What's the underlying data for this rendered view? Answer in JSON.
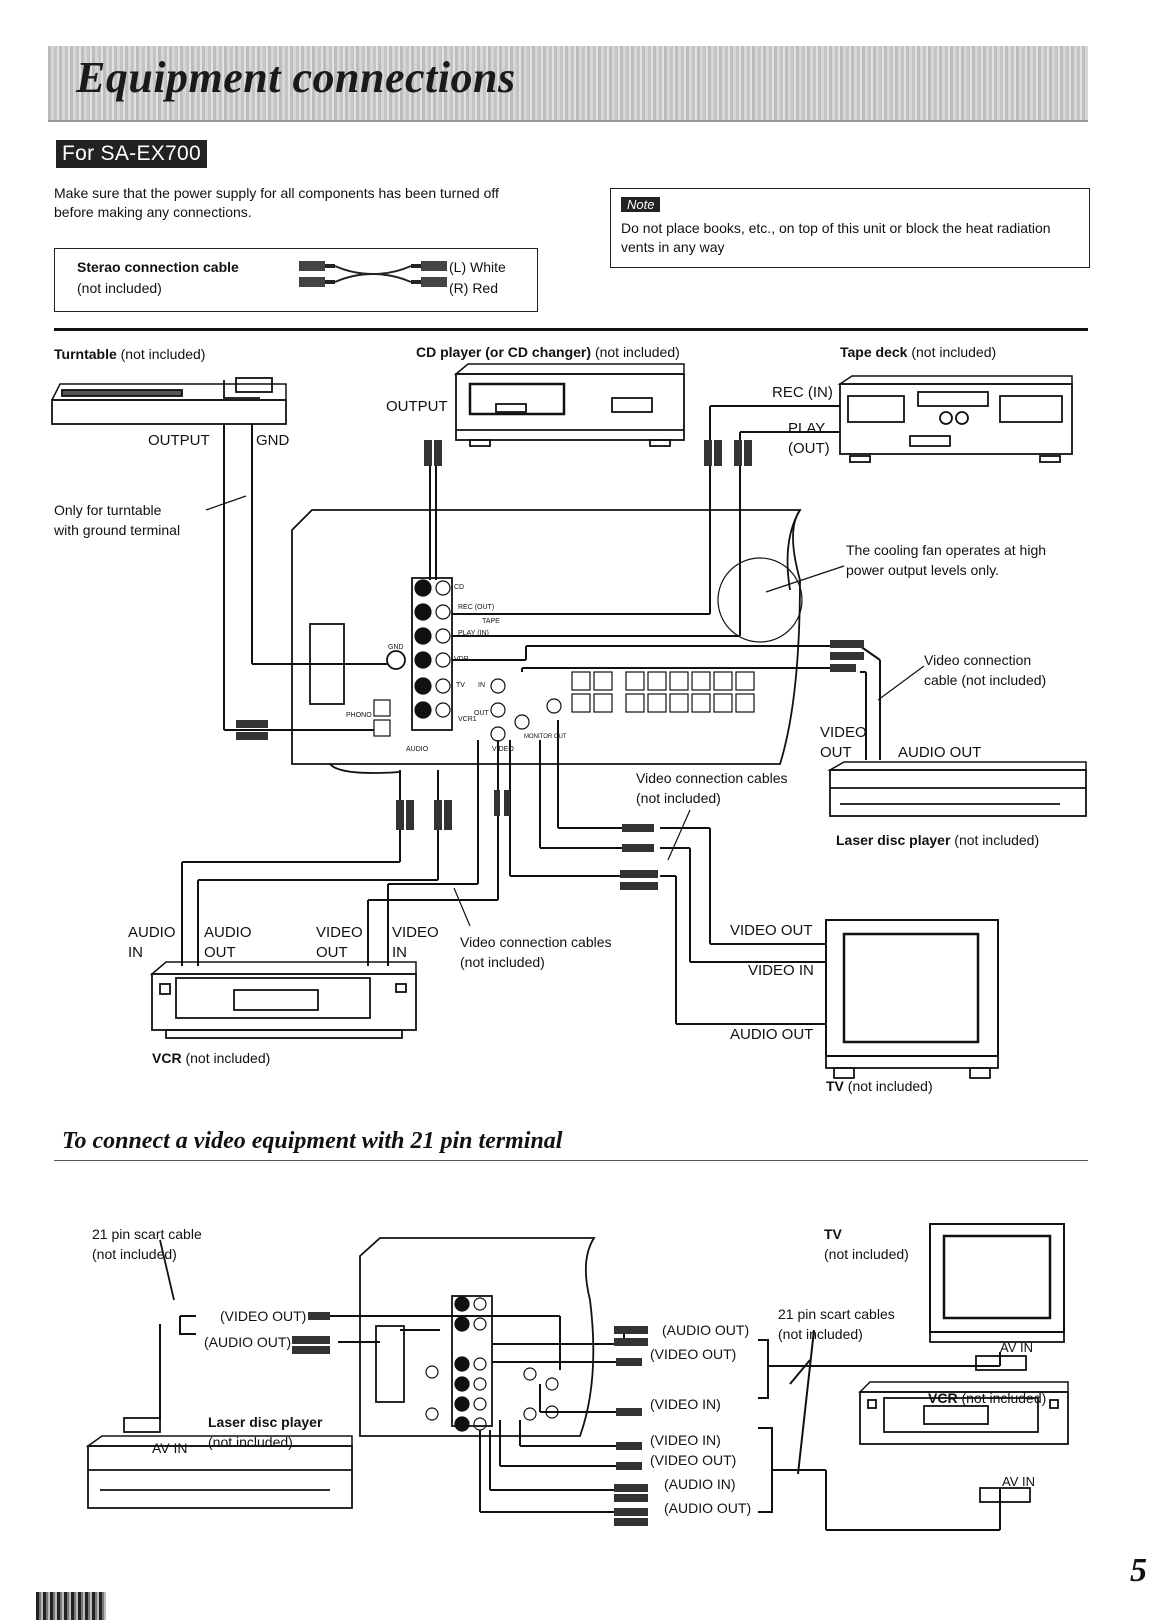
{
  "header": {
    "title": "Equipment connections",
    "model_tag": "For SA-EX700"
  },
  "intro": "Make sure that the power supply for all components has been turned off before making any connections.",
  "cable_legend": {
    "name": "Sterao connection cable",
    "note": "(not included)",
    "left": "(L) White",
    "right": "(R) Red"
  },
  "note_box": {
    "tag": "Note",
    "text": "Do not place books, etc., on top of this unit or block the heat radiation vents in any way"
  },
  "main_diagram": {
    "turntable": {
      "name": "Turntable",
      "note": "(not included)",
      "output": "OUTPUT",
      "gnd": "GND"
    },
    "ground_note_1": "Only for turntable",
    "ground_note_2": "with ground terminal",
    "cd_player": {
      "name": "CD player (or CD changer)",
      "note": "(not included)",
      "output": "OUTPUT"
    },
    "tape_deck": {
      "name": "Tape deck",
      "note": "(not included)",
      "rec_in": "REC (IN)",
      "play": "PLAY",
      "out": "(OUT)"
    },
    "fan_note_1": "The cooling fan operates at high",
    "fan_note_2": "power output levels only.",
    "video_cable_note_1": "Video connection",
    "video_cable_note_2": "cable (not included)",
    "ld_labels": {
      "video": "VIDEO",
      "out": "OUT",
      "audio_out": "AUDIO OUT"
    },
    "video_cables_mid_1": "Video connection cables",
    "video_cables_mid_2": "(not included)",
    "laser_disc": {
      "name": "Laser disc player",
      "note": "(not included)"
    },
    "vcr_labels": {
      "audio": "AUDIO",
      "in": "IN",
      "audio2": "AUDIO",
      "out": "OUT",
      "video": "VIDEO",
      "out2": "OUT",
      "video2": "VIDEO",
      "in2": "IN"
    },
    "video_cables_bottom_1": "Video connection cables",
    "video_cables_bottom_2": "(not included)",
    "tv_labels": {
      "video_out": "VIDEO OUT",
      "video_in": "VIDEO IN",
      "audio_out": "AUDIO OUT"
    },
    "vcr": {
      "name": "VCR",
      "note": "(not included)"
    },
    "tv": {
      "name": "TV",
      "note": "(not included)"
    },
    "jack_labels": {
      "cd": "CD",
      "rec_out": "REC (OUT)",
      "tape": "TAPE",
      "play_in": "PLAY (IN)",
      "vdp": "VDP",
      "tv": "TV",
      "vcr1": "VCR1",
      "gnd": "GND",
      "phono": "PHONO",
      "audio": "AUDIO",
      "video": "VIDEO",
      "monitor_out": "MONITOR OUT",
      "in": "IN",
      "out": "OUT"
    }
  },
  "scart_section": {
    "title": "To connect a video equipment with 21 pin terminal",
    "scart_cable_1": "21 pin scart cable",
    "scart_cable_2": "(not included)",
    "video_out": "(VIDEO OUT)",
    "audio_out": "(AUDIO OUT)",
    "laser_disc_1": "Laser disc player",
    "laser_disc_2": "(not included)",
    "av_in": "AV IN",
    "r_audio_out": "(AUDIO OUT)",
    "r_video_out": "(VIDEO OUT)",
    "r_video_in": "(VIDEO IN)",
    "r_video_in2": "(VIDEO IN)",
    "r_video_out2": "(VIDEO OUT)",
    "r_audio_in": "(AUDIO IN)",
    "r_audio_out2": "(AUDIO OUT)",
    "scart_cables_1": "21 pin scart cables",
    "scart_cables_2": "(not included)",
    "tv_name": "TV",
    "tv_note": "(not included)",
    "tv_av_in": "AV IN",
    "vcr_name": "VCR",
    "vcr_note": "(not included)",
    "vcr_av_in": "AV IN"
  },
  "page_number": "5"
}
